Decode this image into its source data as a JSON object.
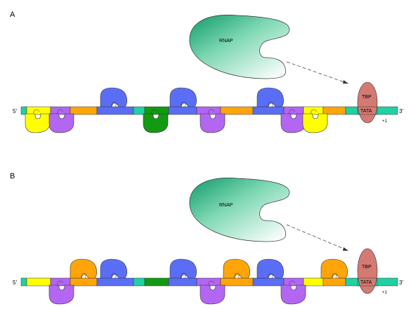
{
  "panels": [
    {
      "letter": "A",
      "rnap_label": "RNAP",
      "five_prime": "5′",
      "three_prime": "3′",
      "tbp_label": "TBP",
      "tata_label": "TATA",
      "plus_one": "+1"
    },
    {
      "letter": "B",
      "rnap_label": "RNAP",
      "five_prime": "5′",
      "three_prime": "3′",
      "tbp_label": "TBP",
      "tata_label": "TATA",
      "plus_one": "+1"
    }
  ],
  "colors": {
    "teal": "#1fd1a3",
    "yellow": "#ffff00",
    "purple": "#b266f2",
    "orange": "#ffa50a",
    "blue": "#5a6ef5",
    "green": "#129a12",
    "tbp": "#d47a72",
    "rnap_dark": "#0e9b6a",
    "rnap_light": "#ffffff"
  }
}
